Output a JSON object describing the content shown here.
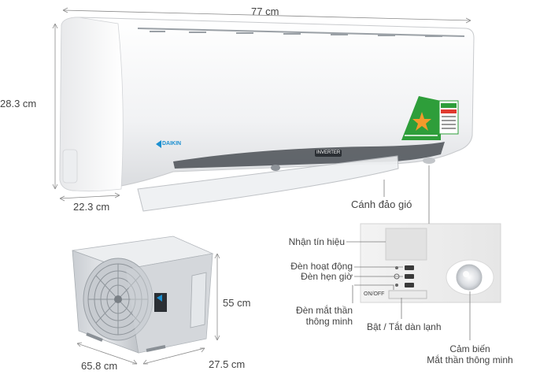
{
  "indoor_unit": {
    "width": "77 cm",
    "height": "28.3 cm",
    "depth": "22.3 cm",
    "brand": "DAIKIN",
    "badge": "INVERTER"
  },
  "outdoor_unit": {
    "height": "55 cm",
    "width": "65.8 cm",
    "depth": "27.5 cm"
  },
  "panel": {
    "switch_label": "ON/OFF"
  },
  "callouts": {
    "swing_flap": "Cánh đảo gió",
    "signal_receiver": "Nhận tín hiệu",
    "operation_lamp": "Đèn hoạt động",
    "timer_lamp": "Đèn hẹn giờ",
    "sensor_lamp_line1": "Đèn mắt thần",
    "sensor_lamp_line2": "thông minh",
    "onoff_switch": "Bật / Tắt dàn lạnh",
    "sensor_line1": "Cảm biến",
    "sensor_line2": "Mắt thần thông minh"
  },
  "colors": {
    "unit_body": "#f4f5f7",
    "outdoor_body": "#d9dde2",
    "line": "#777777",
    "daikin_blue": "#1b8fd0",
    "energy_green": "#2e9e3a"
  }
}
